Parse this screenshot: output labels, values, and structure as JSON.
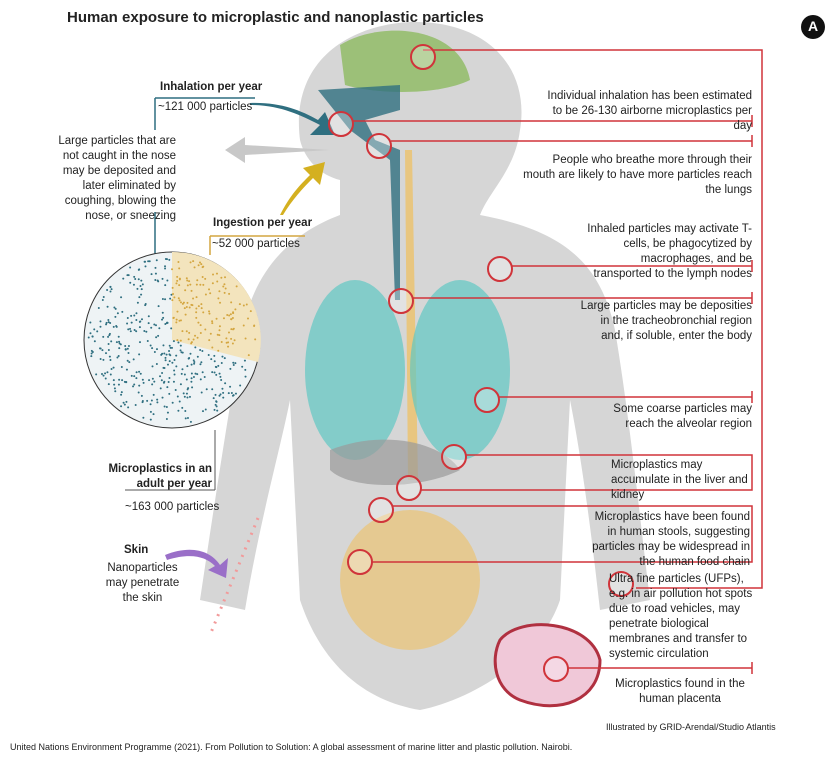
{
  "title": "Human exposure to microplastic and nanoplastic particles",
  "panel_label": "A",
  "left": {
    "inhalation_title": "Inhalation per year",
    "inhalation_value": "~121 000 particles",
    "large_particles": "Large particles that are not caught in the nose may be deposited and later eliminated by coughing, blowing the nose, or sneezing",
    "ingestion_title": "Ingestion per year",
    "ingestion_value": "~52 000 particles",
    "adult_title": "Microplastics in an adult per year",
    "adult_value": "~163 000 particles",
    "skin_title": "Skin",
    "skin_text": "Nanoparticles may penetrate the skin"
  },
  "right": [
    "Individual inhalation has been estimated to be 26-130 airborne microplastics per day",
    "People who breathe more through their mouth are likely to have more particles reach the lungs",
    "Inhaled particles may activate T-cells, be phagocytized by macrophages, and be transported to the lymph nodes",
    "Large particles may be deposities in the tracheobronchial region and, if soluble, enter the body",
    "Some coarse particles may reach the alveolar region",
    "Microplastics may accumulate in the liver and kidney",
    "Microplastics have been found in human stools, suggesting particles may be widespread in the human food chain",
    "Ultra fine particles (UFPs), e.g. in air pollution hot spots due to road vehicles, may penetrate biological membranes and transfer to systemic circulation",
    "Microplastics found in the human placenta"
  ],
  "credit": "Illustrated by GRID-Arendal/Studio Atlantis",
  "source": "United Nations Environment Programme (2021). From Pollution to Solution: A global assessment of marine litter and plastic pollution. Nairobi.",
  "colors": {
    "callout": "#d0343a",
    "teal": "#2f6f80",
    "ochre": "#d4a640",
    "body": "#cfcfcf"
  }
}
